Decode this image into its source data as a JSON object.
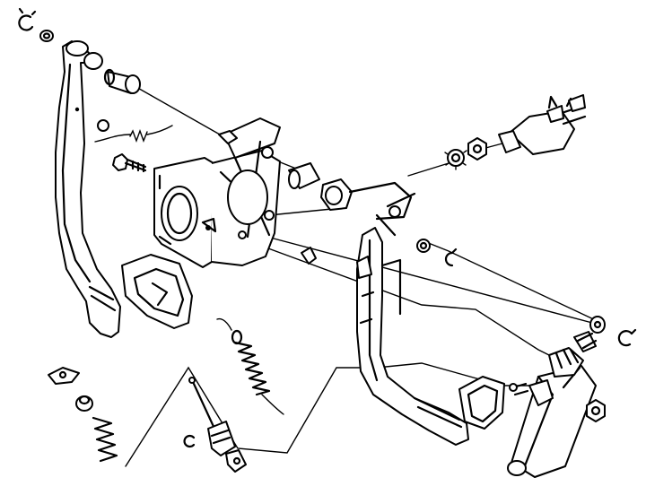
{
  "diagram": {
    "style": "black line-art exploded view, white background",
    "colors": {
      "ink": "#000000",
      "background": "#ffffff"
    },
    "parts": [
      "circlip-top-left",
      "washer-top-left",
      "clutch-pedal",
      "pivot-bushing",
      "pedal-bracket",
      "return-spring-small",
      "bolt",
      "spacer-sleeve",
      "pedal-rubber-pad-left",
      "brake-light-switch",
      "lock-nut",
      "lock-washer",
      "pushrod-clevis",
      "brake-pedal",
      "pedal-rubber-pad-right",
      "clutch-master-cylinder",
      "circlip-right",
      "nut-right",
      "return-spring-large",
      "pushrod-with-boot",
      "clip-small",
      "pin-clip-bottom-left",
      "grommet-bottom-left",
      "spring-bottom-left"
    ]
  }
}
